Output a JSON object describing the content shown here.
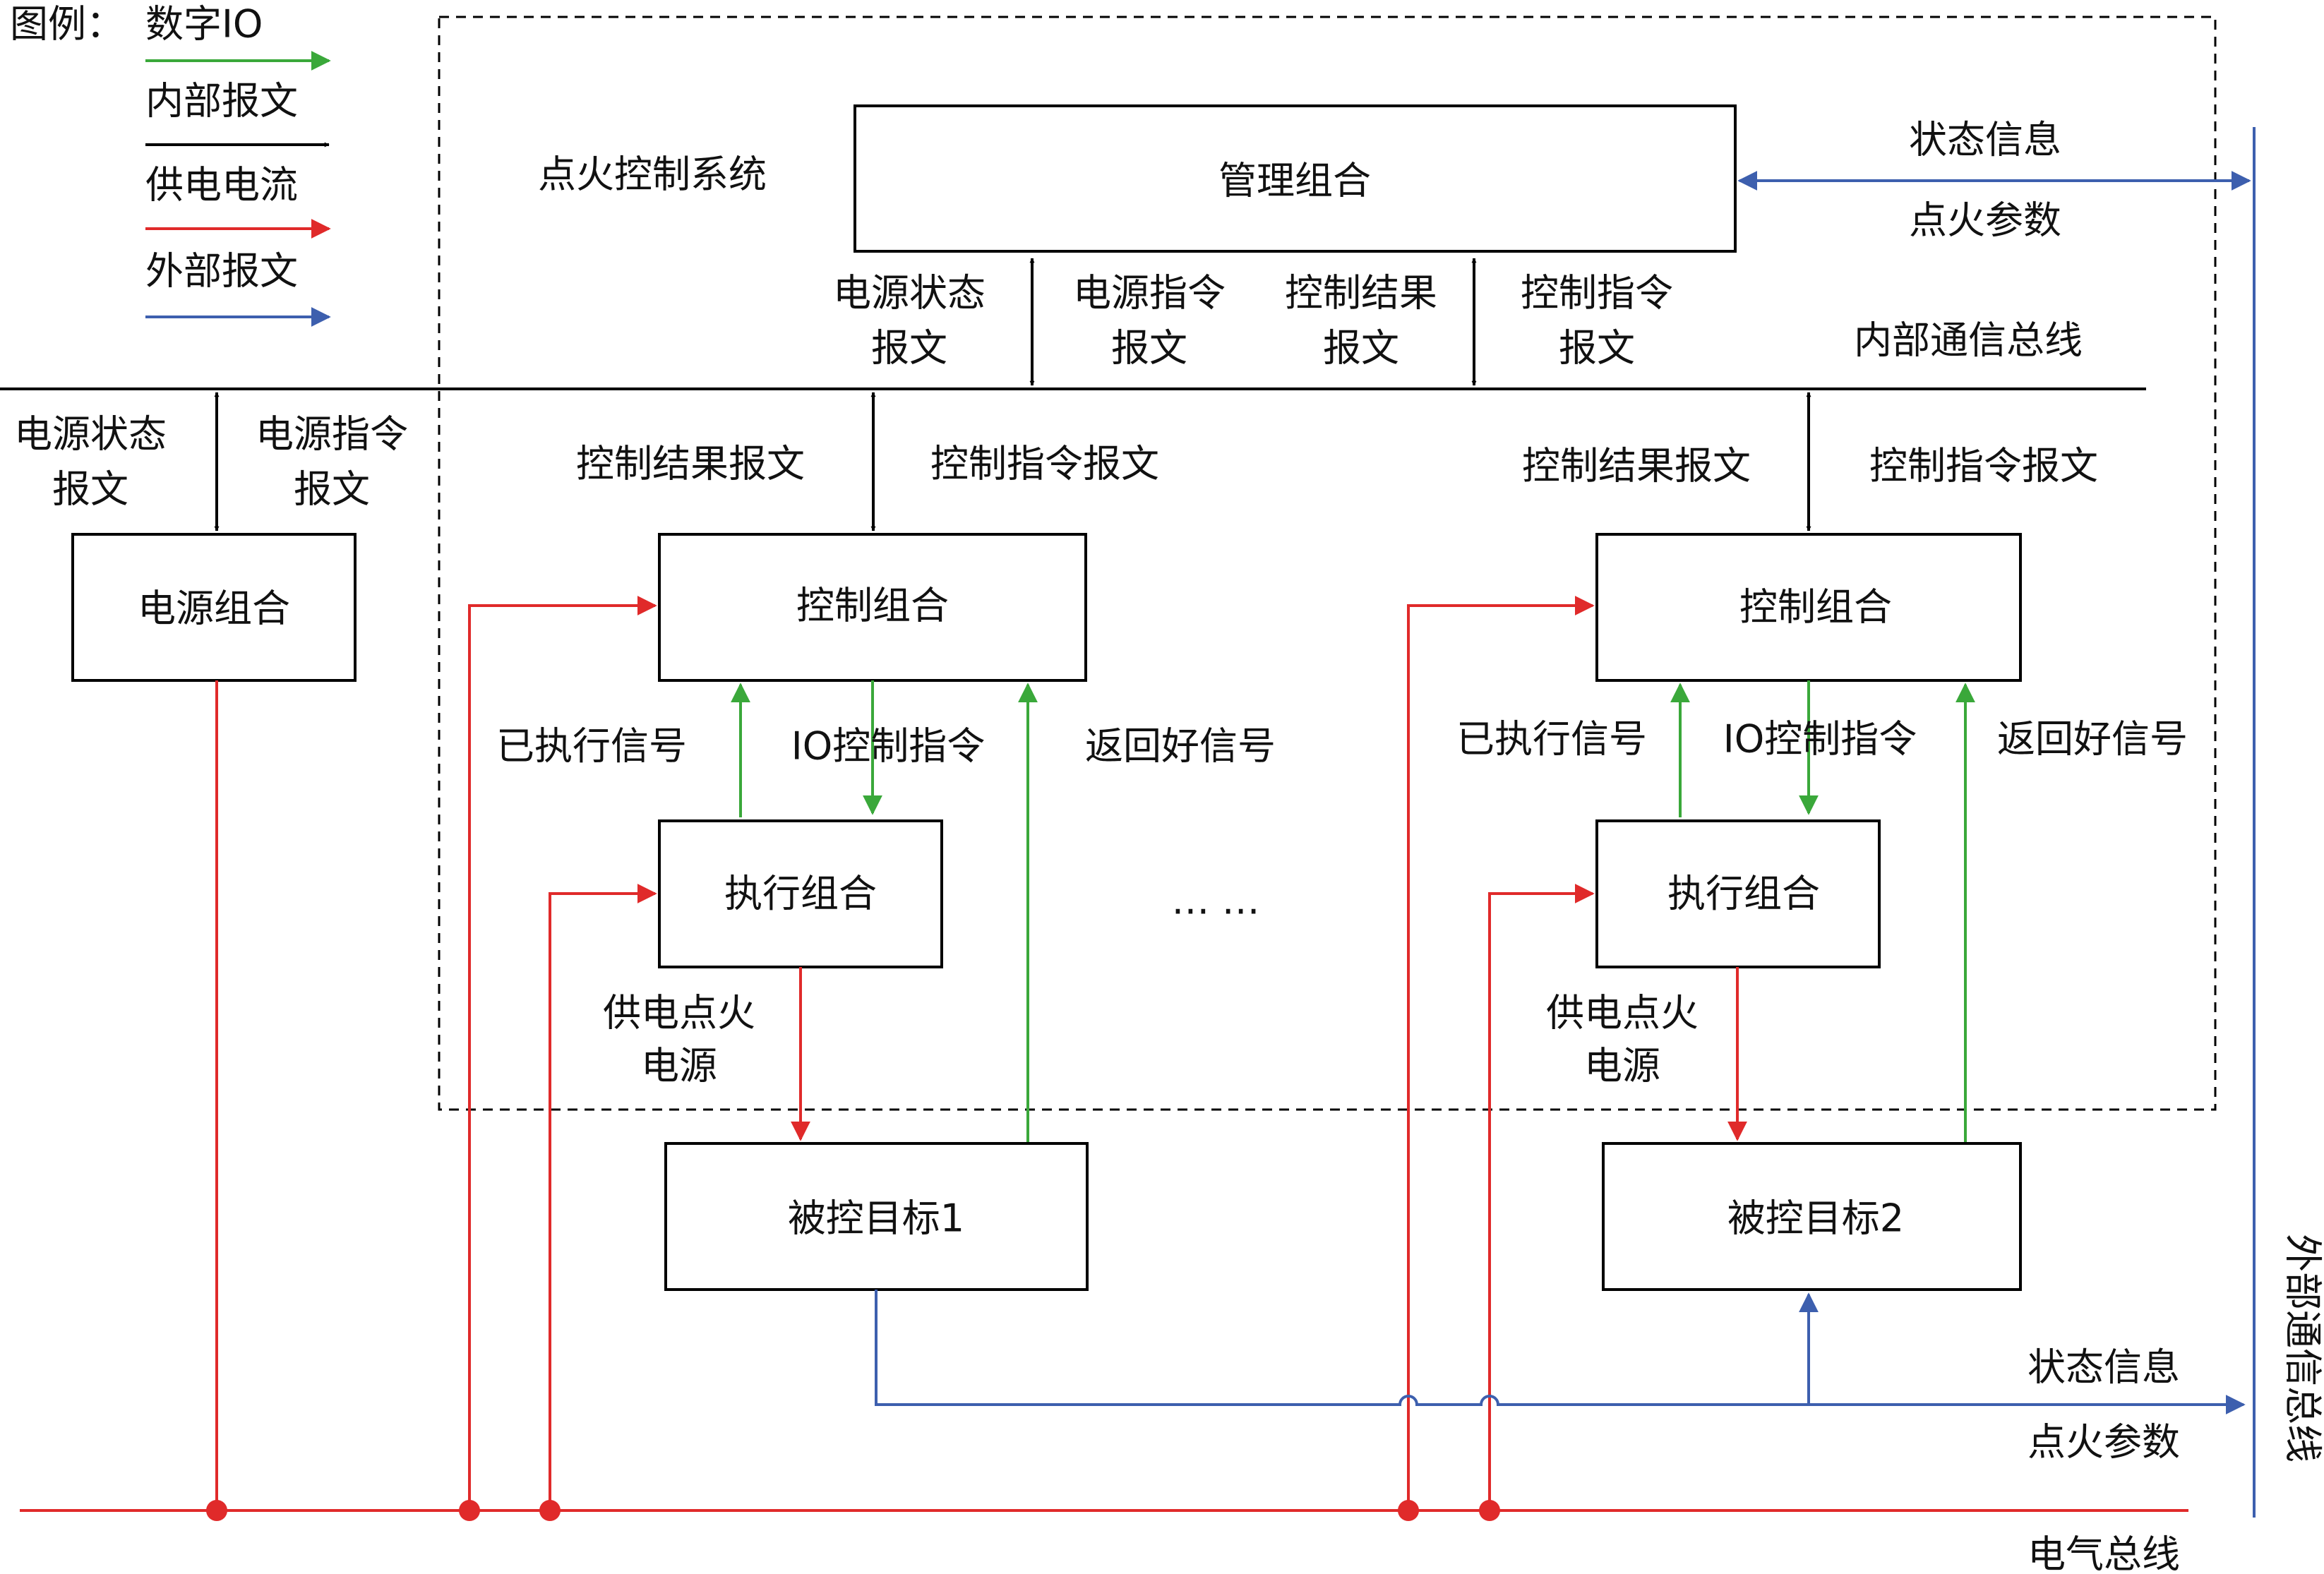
{
  "colors": {
    "digital_io": "#3aa83a",
    "internal_msg": "#000000",
    "power": "#e02a2a",
    "external_msg": "#3d5fae"
  },
  "legend": {
    "title": "图例：",
    "digital_io": "数字IO",
    "internal_msg": "内部报文",
    "power": "供电电流",
    "external_msg": "外部报文"
  },
  "system_label": "点火控制系统",
  "management": {
    "label": "管理组合",
    "power_status": [
      "电源状态",
      "报文"
    ],
    "power_cmd": [
      "电源指令",
      "报文"
    ],
    "ctrl_result": [
      "控制结果",
      "报文"
    ],
    "ctrl_cmd": [
      "控制指令",
      "报文"
    ]
  },
  "status_info": "状态信息",
  "ignition_params": "点火参数",
  "internal_bus": "内部通信总线",
  "power_unit": {
    "label": "电源组合",
    "status_msg": [
      "电源状态",
      "报文"
    ],
    "cmd_msg": [
      "电源指令",
      "报文"
    ]
  },
  "channels": [
    {
      "result_msg": "控制结果报文",
      "cmd_msg": "控制指令报文",
      "control": "控制组合",
      "executed": "已执行信号",
      "io_cmd": "IO控制指令",
      "return_ok": "返回好信号",
      "executor": "执行组合",
      "supply": [
        "供电点火",
        "电源"
      ],
      "target": "被控目标1"
    },
    {
      "result_msg": "控制结果报文",
      "cmd_msg": "控制指令报文",
      "control": "控制组合",
      "executed": "已执行信号",
      "io_cmd": "IO控制指令",
      "return_ok": "返回好信号",
      "executor": "执行组合",
      "supply": [
        "供电点火",
        "电源"
      ],
      "target": "被控目标2"
    }
  ],
  "ellipsis": "…  …",
  "external_bus": "外部通信总线",
  "electric_bus": "电气总线"
}
